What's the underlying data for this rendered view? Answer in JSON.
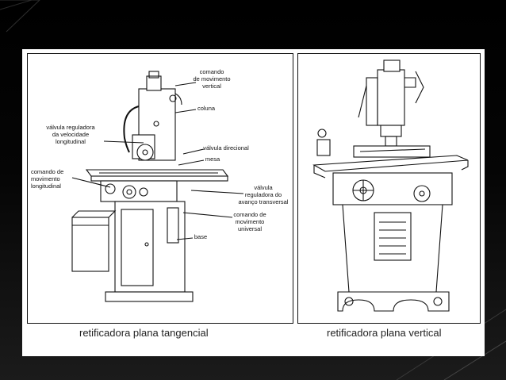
{
  "slide": {
    "background_colors": [
      "#000000",
      "#1b1b1b"
    ],
    "accent_color": "#3a3a3a"
  },
  "figure": {
    "left_panel": {
      "caption": "retificadora plana tangencial",
      "labels": {
        "comando_mov_vertical": "comando\nde movimento\nvertical",
        "coluna": "coluna",
        "valvula_reg_velocidade": "válvula reguladora\nda velocidade\nlongitudinal",
        "valvula_direcional": "válvula direcional",
        "mesa": "mesa",
        "comando_mov_longitudinal": "comando de\nmovimento\nlongitudinal",
        "valvula_reg_avanco": "válvula\nreguladora do\navanço transversal",
        "comando_mov_universal": "comando de\nmovimento\nuniversal",
        "base": "base"
      }
    },
    "right_panel": {
      "caption": "retificadora plana vertical"
    }
  }
}
